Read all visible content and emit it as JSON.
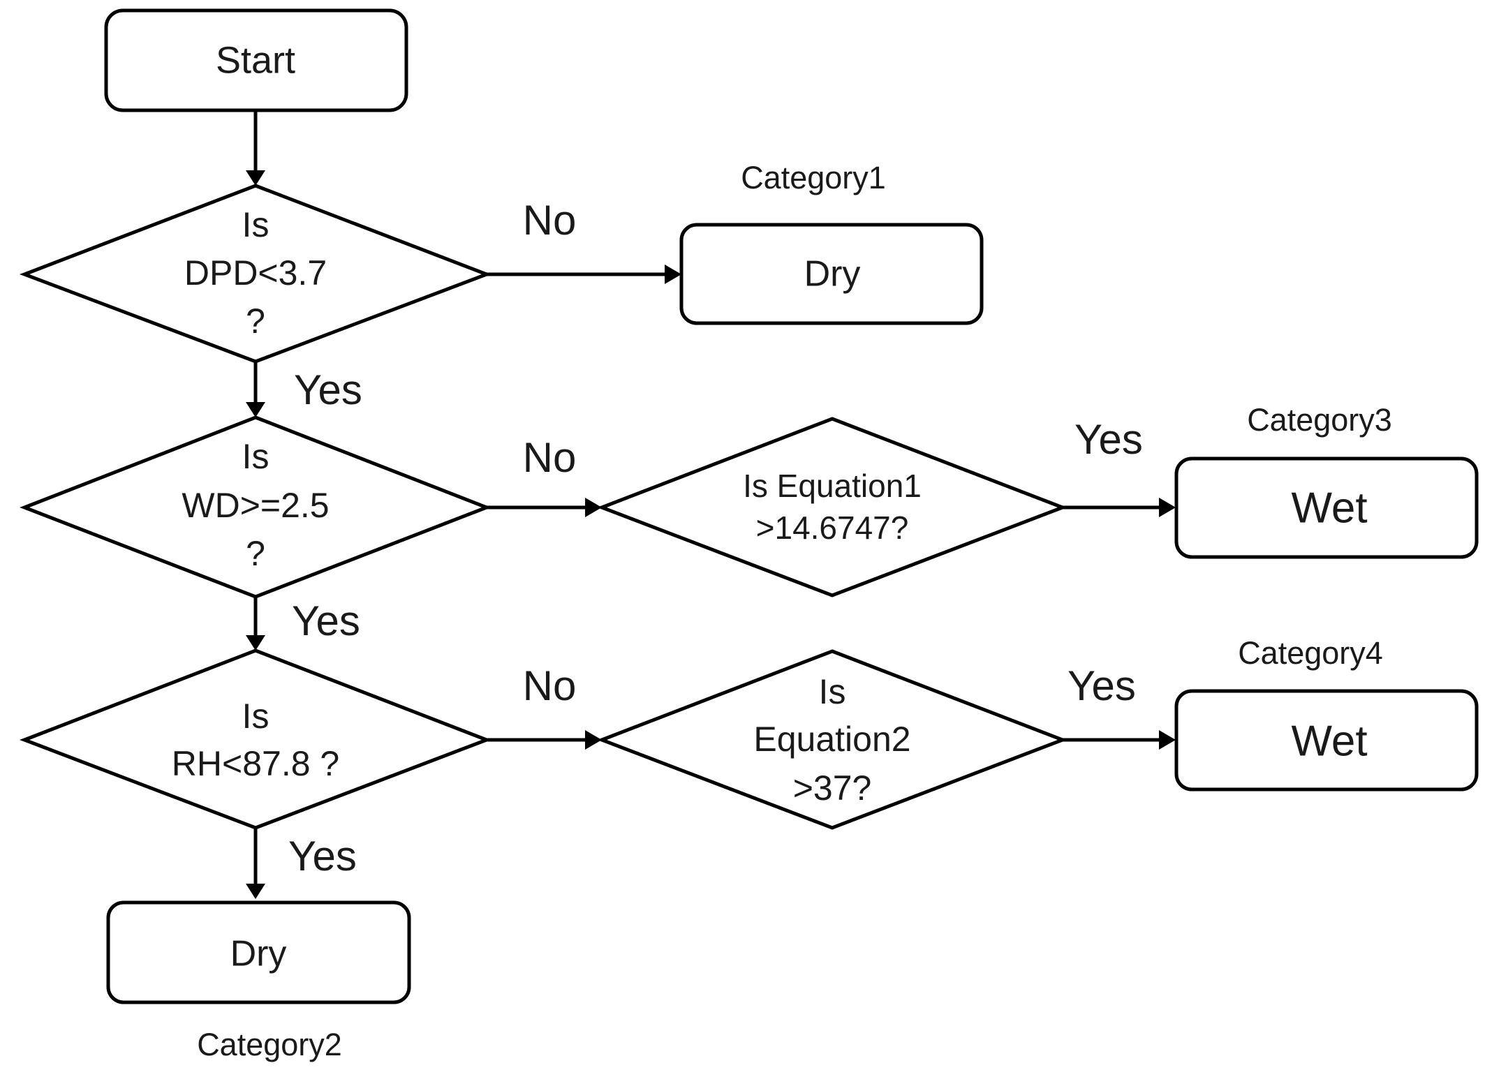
{
  "nodes": {
    "start": {
      "label": "Start"
    },
    "q_dpd": {
      "lines": [
        "Is",
        "DPD<3.7",
        "?"
      ]
    },
    "q_wd": {
      "lines": [
        "Is",
        "WD>=2.5",
        "?"
      ]
    },
    "q_rh": {
      "lines": [
        "Is",
        "RH<87.8 ?"
      ]
    },
    "q_eq1": {
      "lines": [
        "Is Equation1",
        ">14.6747?"
      ]
    },
    "q_eq2": {
      "lines": [
        "Is",
        "Equation2",
        ">37?"
      ]
    },
    "dry_cat1": {
      "label": "Dry",
      "category": "Category1"
    },
    "wet_cat3": {
      "label": "Wet",
      "category": "Category3"
    },
    "wet_cat4": {
      "label": "Wet",
      "category": "Category4"
    },
    "dry_cat2": {
      "label": "Dry",
      "category": "Category2"
    }
  },
  "edges": {
    "dpd_no": "No",
    "dpd_yes": "Yes",
    "wd_no": "No",
    "wd_yes": "Yes",
    "rh_no": "No",
    "rh_yes": "Yes",
    "eq1_yes": "Yes",
    "eq2_yes": "Yes"
  },
  "colors": {
    "stroke": "#000000",
    "fill": "#ffffff",
    "text": "#1a1a1a"
  }
}
